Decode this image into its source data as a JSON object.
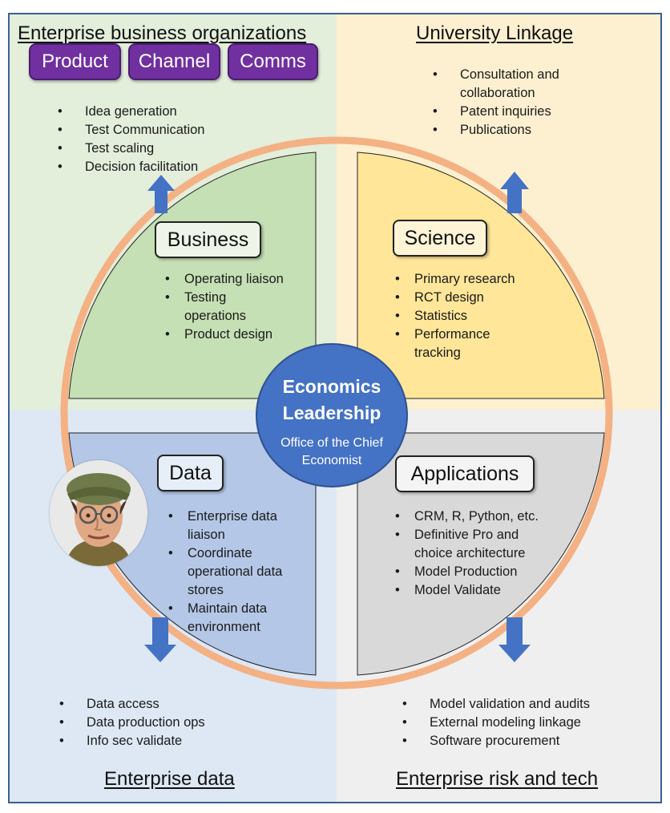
{
  "colors": {
    "frame_border": "#3a5f8f",
    "bg_top_left": "#e3eedb",
    "bg_top_right": "#fdf0d0",
    "bg_bottom_left": "#dde8f4",
    "bg_bottom_right": "#efefef",
    "business_fill": "#c5e0b4",
    "science_fill": "#ffe699",
    "data_fill": "#b4c7e7",
    "applications_fill": "#d9d9d9",
    "ring": "#f4b183",
    "center": "#4472c4",
    "arrow": "#4472c4",
    "pill": "#7030a0"
  },
  "outer": {
    "enterprise_business": {
      "title": "Enterprise business organizations",
      "pills": [
        "Product",
        "Channel",
        "Comms"
      ],
      "items": [
        "Idea generation",
        "Test Communication",
        "Test scaling",
        "Decision facilitation"
      ]
    },
    "university": {
      "title": "University Linkage",
      "items": [
        "Consultation and collaboration",
        "Patent inquiries",
        "Publications"
      ]
    },
    "enterprise_data": {
      "title": "Enterprise data",
      "items": [
        "Data access",
        "Data production ops",
        "Info sec validate"
      ]
    },
    "enterprise_risk": {
      "title": "Enterprise risk and tech",
      "items": [
        "Model validation and audits",
        "External modeling linkage",
        "Software procurement"
      ]
    }
  },
  "quadrants": {
    "business": {
      "label": "Business",
      "items": [
        "Operating liaison",
        "Testing operations",
        "Product design"
      ]
    },
    "science": {
      "label": "Science",
      "items": [
        "Primary research",
        "RCT design",
        "Statistics",
        "Performance tracking"
      ]
    },
    "data": {
      "label": "Data",
      "items": [
        "Enterprise data liaison",
        "Coordinate operational data stores",
        "Maintain data environment"
      ]
    },
    "applications": {
      "label": "Applications",
      "items": [
        "CRM, R, Python, etc.",
        "Definitive Pro and choice architecture",
        "Model Production",
        "Model Validate"
      ]
    }
  },
  "center": {
    "title": "Economics Leadership",
    "subtitle": "Office of the Chief Economist"
  },
  "arrows": {
    "business": "up",
    "science": "up",
    "data": "down",
    "applications": "down"
  }
}
